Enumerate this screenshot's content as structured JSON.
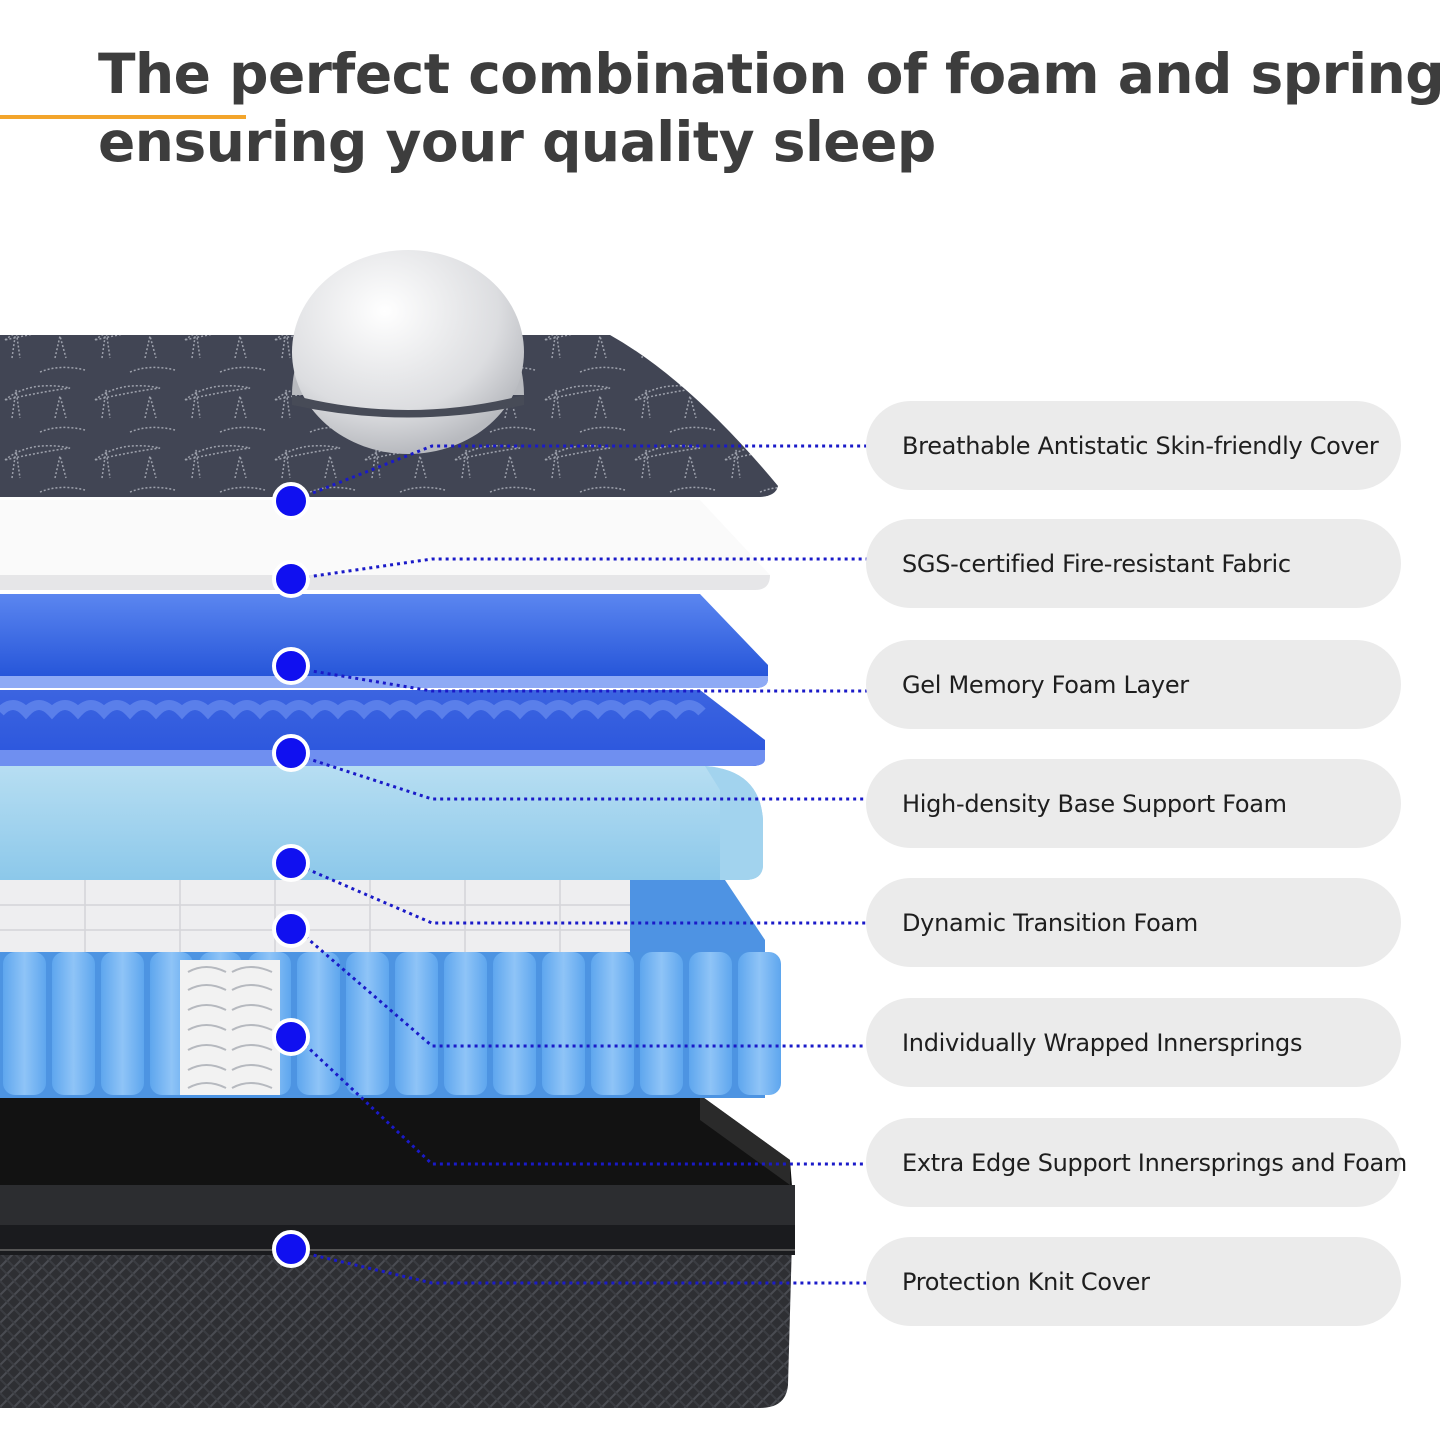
{
  "header": {
    "title_line1": "The perfect combination of foam and springs,",
    "title_line2": "ensuring your quality sleep"
  },
  "colors": {
    "accent": "#f3a52b",
    "marker": "#1010f0",
    "title": "#3d3d3d",
    "pill_bg": "#ebebeb"
  },
  "layers": [
    {
      "label": "Breathable Antistatic Skin-friendly Cover"
    },
    {
      "label": "SGS-certified Fire-resistant Fabric"
    },
    {
      "label": "Gel Memory Foam Layer"
    },
    {
      "label": "High-density Base Support Foam"
    },
    {
      "label": "Dynamic Transition Foam"
    },
    {
      "label": "Individually Wrapped Innersprings"
    },
    {
      "label": "Extra Edge Support Innersprings and Foam"
    },
    {
      "label": "Protection Knit Cover"
    }
  ]
}
